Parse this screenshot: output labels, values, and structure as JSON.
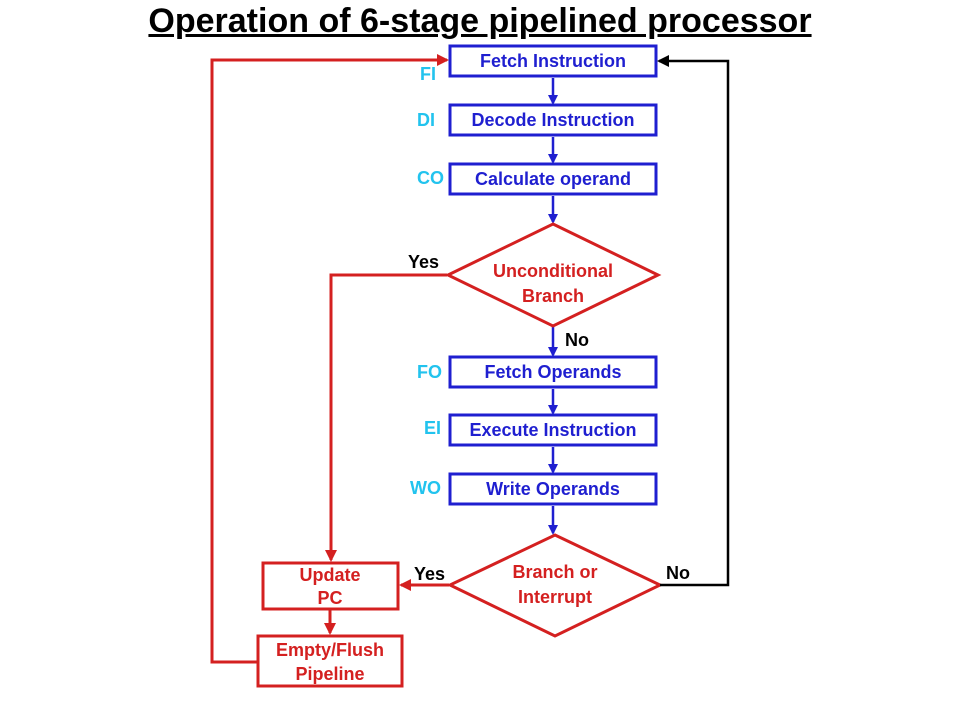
{
  "title": "Operation of 6-stage pipelined processor",
  "colors": {
    "blue": "#1f1fd0",
    "red": "#d42020",
    "cyan": "#22c3ee",
    "black": "#000000"
  },
  "stages": {
    "fi": {
      "tag": "FI",
      "label": "Fetch Instruction"
    },
    "di": {
      "tag": "DI",
      "label": "Decode Instruction"
    },
    "co": {
      "tag": "CO",
      "label": "Calculate operand"
    },
    "fo": {
      "tag": "FO",
      "label": "Fetch Operands"
    },
    "ei": {
      "tag": "EI",
      "label": "Execute Instruction"
    },
    "wo": {
      "tag": "WO",
      "label": "Write Operands"
    }
  },
  "decisions": {
    "unconditional": {
      "line1": "Unconditional",
      "line2": "Branch",
      "yes": "Yes",
      "no": "No"
    },
    "branch_interrupt": {
      "line1": "Branch or",
      "line2": "Interrupt",
      "yes": "Yes",
      "no": "No"
    }
  },
  "actions": {
    "update_pc": {
      "line1": "Update",
      "line2": "PC"
    },
    "flush": {
      "line1": "Empty/Flush",
      "line2": "Pipeline"
    }
  }
}
